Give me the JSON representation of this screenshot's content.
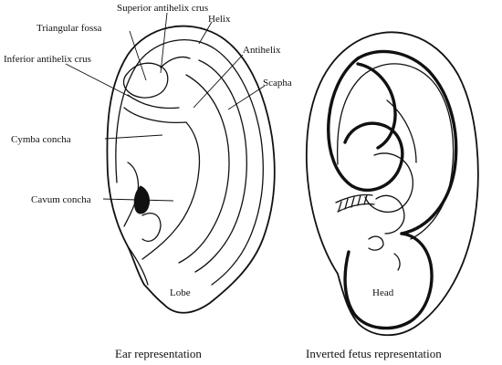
{
  "left_diagram": {
    "labels": {
      "superior_antihelix_crus": "Superior antihelix crus",
      "helix": "Helix",
      "triangular_fossa": "Triangular fossa",
      "antihelix": "Antihelix",
      "inferior_antihelix_crus": "Inferior antihelix crus",
      "scapha": "Scapha",
      "cymba_concha": "Cymba concha",
      "cavum_concha": "Cavum concha",
      "lobe": "Lobe"
    },
    "caption": "Ear representation"
  },
  "right_diagram": {
    "labels": {
      "head": "Head"
    },
    "caption": "Inverted fetus representation"
  }
}
